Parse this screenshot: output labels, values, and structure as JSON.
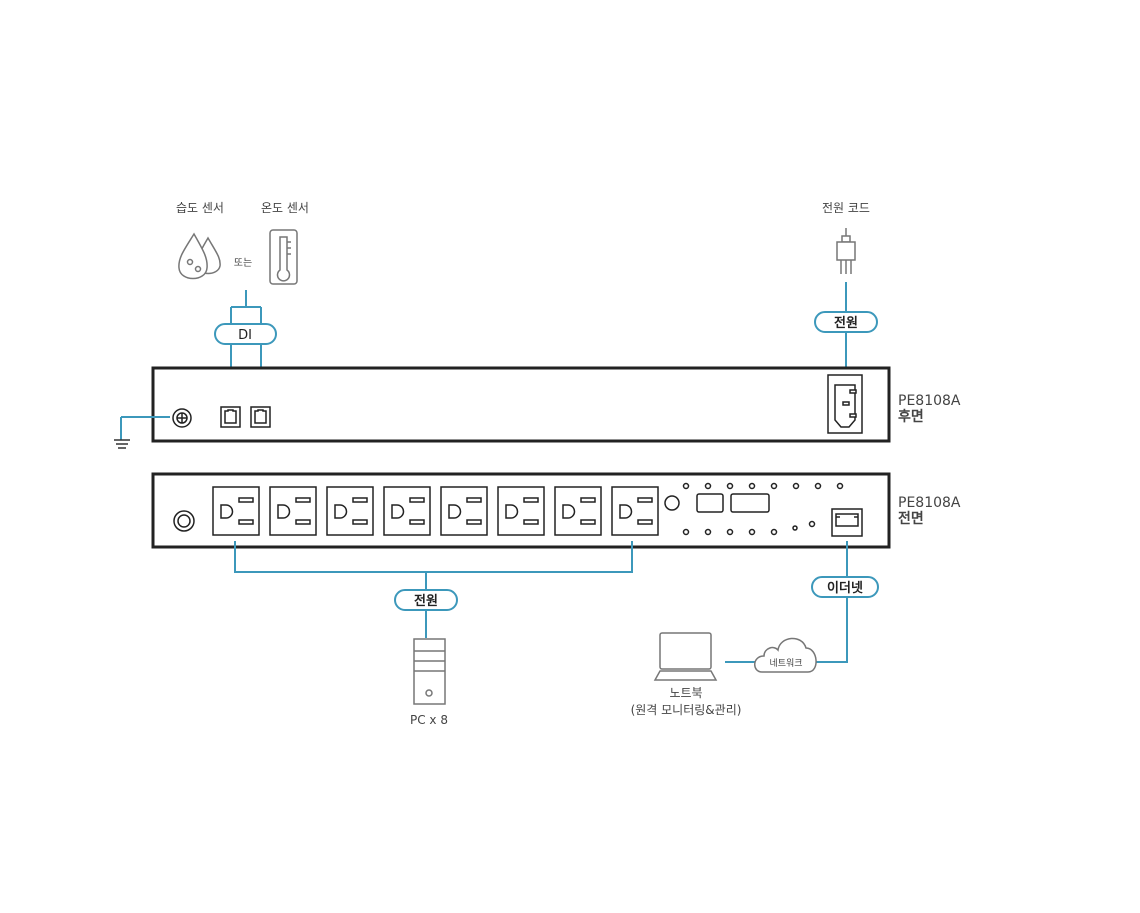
{
  "sensors": {
    "humidity": "습도 센서",
    "temperature": "온도 센서",
    "or": "또는"
  },
  "power_cord": "전원 코드",
  "pills": {
    "di": "DI",
    "power_rear": "전원",
    "power_front": "전원",
    "ethernet": "이더넷"
  },
  "rear": {
    "model": "PE8108A",
    "side": "후면"
  },
  "front": {
    "model": "PE8108A",
    "side": "전면",
    "outlet_count": 8
  },
  "pc": "PC x 8",
  "network": "네트워크",
  "laptop": {
    "line1": "노트북",
    "line2": "(원격 모니터링&관리)"
  },
  "colors": {
    "accent": "#3c98bb",
    "device": "#222222"
  }
}
